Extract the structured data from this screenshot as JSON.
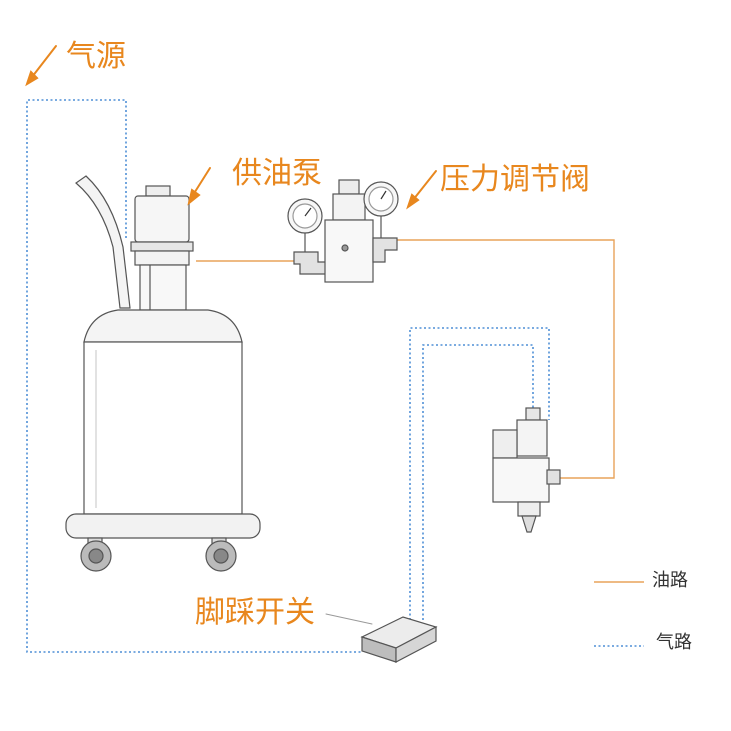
{
  "labels": {
    "air_source": "气源",
    "supply_pump": "供油泵",
    "pressure_valve": "压力调节阀",
    "foot_switch": "脚踩开关"
  },
  "legend": {
    "oil_line": "油路",
    "air_line": "气路"
  },
  "colors": {
    "label": "#e8871e",
    "oil_line": "#e8a35a",
    "air_line": "#4f8fd6",
    "outline": "#555555"
  }
}
